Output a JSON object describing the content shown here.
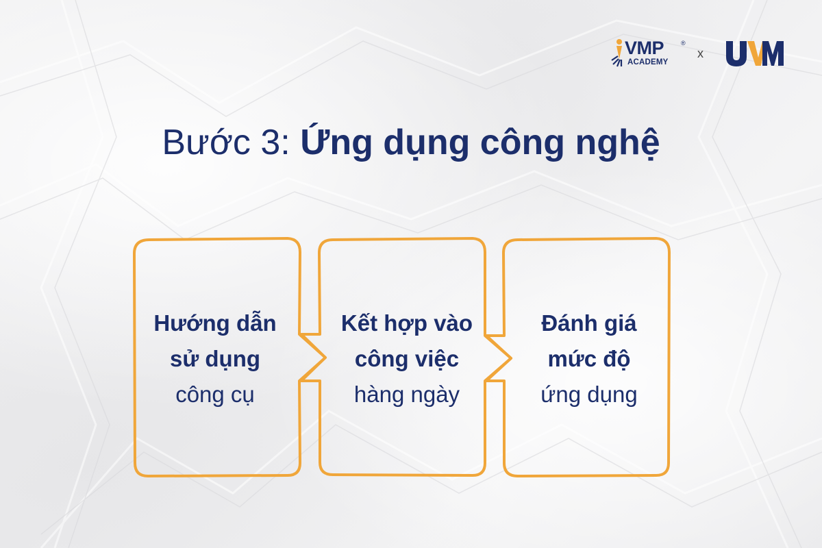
{
  "header": {
    "vmp_name": "VMP",
    "vmp_sub": "ACADEMY",
    "vmp_reg": "®",
    "separator": "x",
    "uvm_name": "UVM"
  },
  "title": {
    "prefix": "Bước 3: ",
    "main": "Ứng dụng công nghệ"
  },
  "steps": [
    {
      "line1": "Hướng dẫn",
      "line2": "sử dụng",
      "line3": "công cụ"
    },
    {
      "line1": "Kết hợp vào",
      "line2": "công việc",
      "line3": "hàng ngày"
    },
    {
      "line1": "Đánh giá",
      "line2": "mức độ",
      "line3": "ứng dụng"
    }
  ],
  "colors": {
    "navy": "#1c2e6b",
    "orange": "#f0a63a"
  }
}
